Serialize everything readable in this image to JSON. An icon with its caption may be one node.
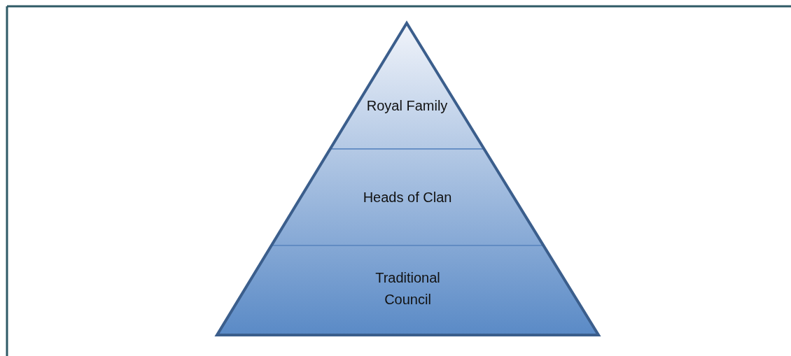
{
  "diagram": {
    "nodes": [
      {
        "text": [
          "Royal Family"
        ]
      },
      {
        "text": [
          "Heads of Clan"
        ]
      },
      {
        "text": [
          "Traditional Council"
        ]
      }
    ]
  }
}
